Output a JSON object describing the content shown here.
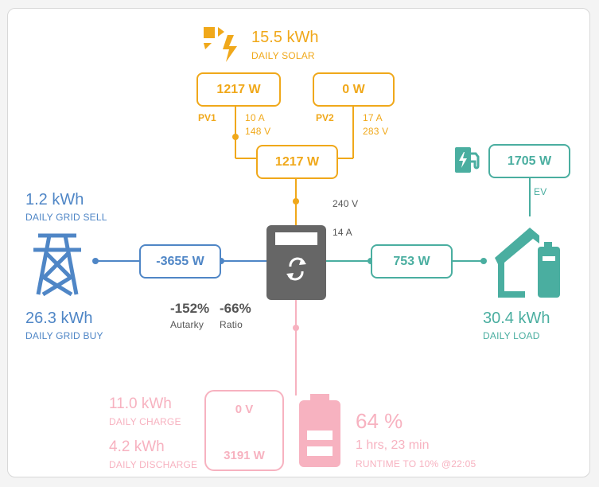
{
  "solar": {
    "daily_value": "15.5 kWh",
    "daily_label": "DAILY SOLAR",
    "pv1": {
      "label": "PV1",
      "power": "1217 W",
      "current": "10 A",
      "voltage": "148 V"
    },
    "pv2": {
      "label": "PV2",
      "power": "0 W",
      "current": "17 A",
      "voltage": "283 V"
    },
    "total_power": "1217 W",
    "color": "#f0a81a"
  },
  "inverter": {
    "voltage": "240 V",
    "current": "14 A"
  },
  "grid": {
    "sell_value": "1.2 kWh",
    "sell_label": "DAILY GRID SELL",
    "buy_value": "26.3 kWh",
    "buy_label": "DAILY GRID BUY",
    "power": "-3655 W",
    "color": "#4f86c6"
  },
  "stats": {
    "autarky_value": "-152%",
    "autarky_label": "Autarky",
    "ratio_value": "-66%",
    "ratio_label": "Ratio"
  },
  "load": {
    "ev_power": "1705 W",
    "ev_label": "EV",
    "power": "753 W",
    "daily_value": "30.4 kWh",
    "daily_label": "DAILY LOAD",
    "color": "#4aaea0"
  },
  "battery": {
    "charge_value": "11.0 kWh",
    "charge_label": "DAILY CHARGE",
    "discharge_value": "4.2 kWh",
    "discharge_label": "DAILY DISCHARGE",
    "voltage": "0 V",
    "power": "3191 W",
    "soc": "64 %",
    "runtime": "1 hrs, 23 min",
    "runtime_label": "RUNTIME TO 10% @22:05",
    "color": "#f7b2c0"
  },
  "icons": {
    "solar": "sun-bolt-icon",
    "grid": "transmission-tower-icon",
    "inverter": "inverter-icon",
    "ev": "ev-charger-icon",
    "home": "home-battery-icon",
    "battery": "battery-icon"
  }
}
